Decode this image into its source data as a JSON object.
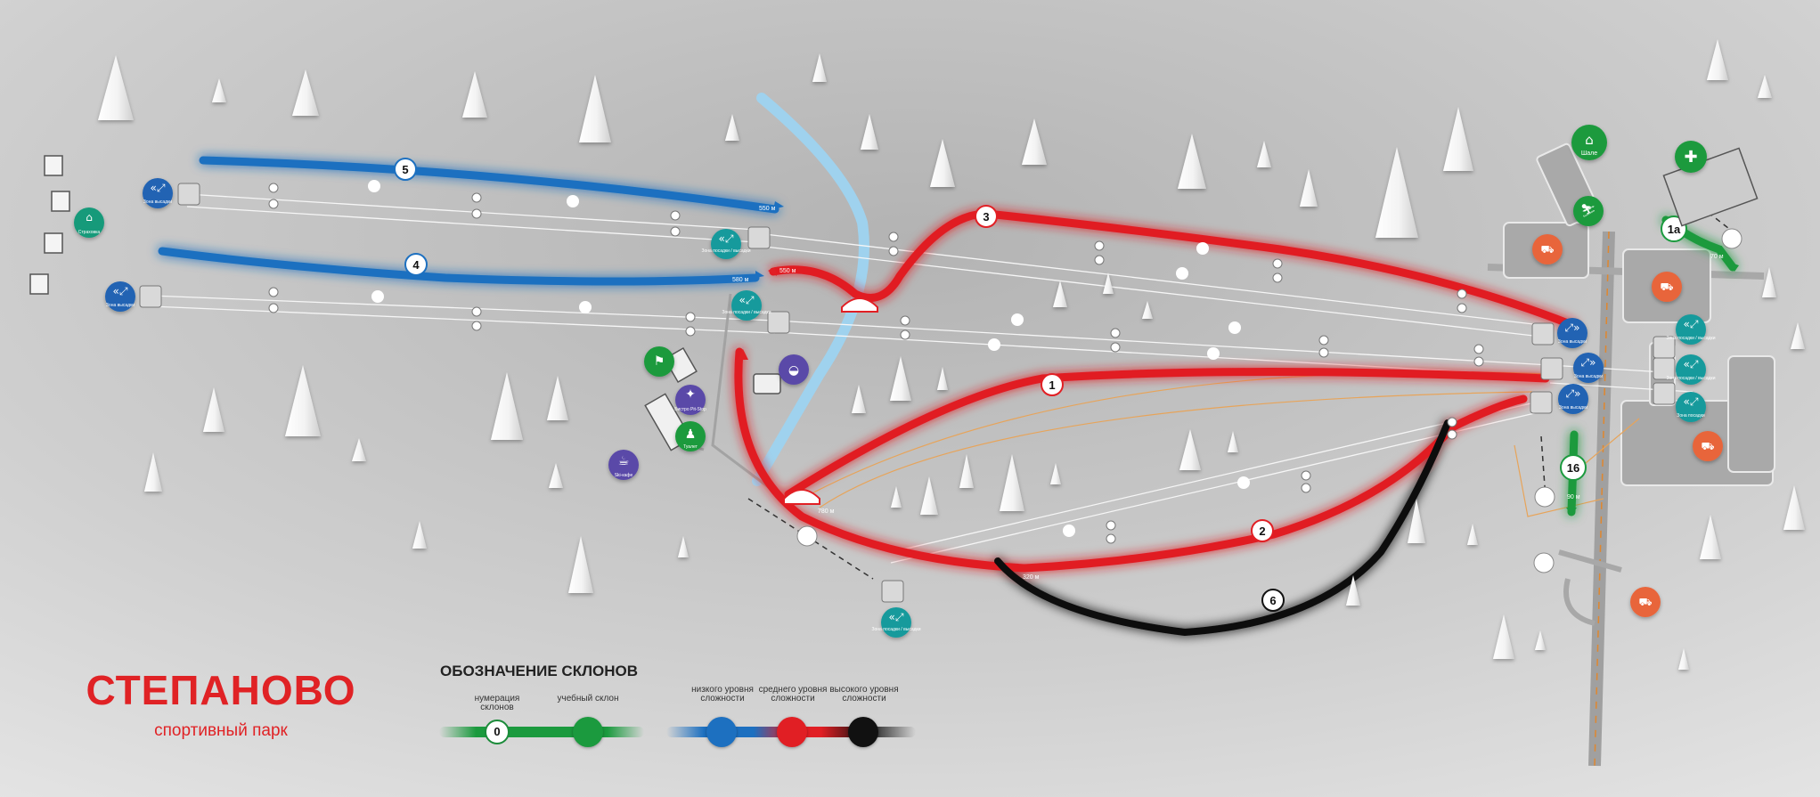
{
  "brand": {
    "name": "СТЕПАНОВО",
    "subtitle": "спортивный парк"
  },
  "legend": {
    "title": "ОБОЗНАЧЕНИЕ СКЛОНОВ",
    "numbering_label": "нумерация склонов",
    "numbering_sample": "0",
    "training_label": "учебный склон",
    "low_label": "низкого уровня сложности",
    "medium_label": "среднего уровня сложности",
    "high_label": "высокого уровня сложности",
    "colors": {
      "green": "#1b9a3e",
      "blue": "#1d70c0",
      "red": "#e11f24",
      "black": "#111111"
    }
  },
  "map": {
    "slopes": [
      {
        "number": "5",
        "difficulty": "low",
        "color": "#1d70c0",
        "length_label": "550 м"
      },
      {
        "number": "4",
        "difficulty": "low",
        "color": "#1d70c0",
        "length_label": "580 м"
      },
      {
        "number": "3",
        "difficulty": "medium",
        "color": "#e11f24",
        "length_label": "550 м"
      },
      {
        "number": "1",
        "difficulty": "medium",
        "color": "#e11f24"
      },
      {
        "number": "2",
        "difficulty": "medium",
        "color": "#e11f24",
        "length_label": "780 м"
      },
      {
        "number": "6",
        "difficulty": "high",
        "color": "#111111",
        "length_label": "320 м"
      },
      {
        "number": "1а",
        "difficulty": "training",
        "color": "#1b9a3e",
        "length_label": "70 м"
      },
      {
        "number": "16",
        "difficulty": "training",
        "color": "#1b9a3e",
        "length_label": "90 м"
      }
    ],
    "zone_labels": {
      "exit": "Зона высадки",
      "boarding_exit": "Зона посадки / высадки",
      "boarding": "Зона посадки"
    },
    "facilities": {
      "chalet": "Шале",
      "restaurant": "Бистро Pit-Stop",
      "toilet": "Туалет",
      "ski_cafe": "Ski-кафе",
      "stanovaya": "Страховка"
    },
    "icons": [
      "chairlift-exit-icon",
      "chairlift-boarding-icon",
      "parking-icon",
      "first-aid-icon",
      "chalet-icon",
      "ticket-icon",
      "food-icon",
      "toilet-icon",
      "cafe-icon",
      "rental-icon",
      "ski-school-icon",
      "bridge-icon",
      "snow-cannon-icon",
      "tree-icon"
    ]
  }
}
